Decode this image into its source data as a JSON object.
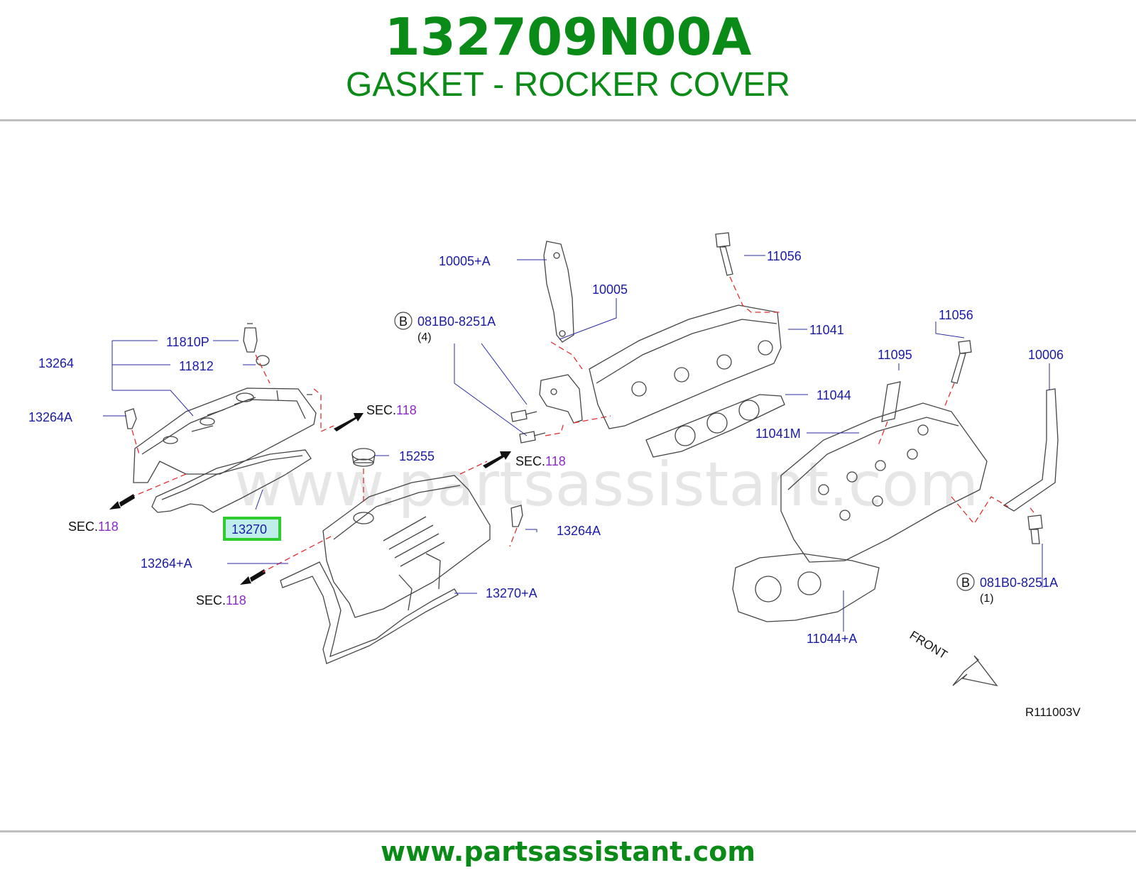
{
  "header": {
    "part_number": "132709N00A",
    "part_name": "GASKET - ROCKER COVER"
  },
  "watermark": "www.partsassistant.com",
  "footer": {
    "url": "www.partsassistant.com"
  },
  "diagram_ref": "R111003V",
  "front_label": "FRONT",
  "sec_prefix": "SEC.",
  "sec_number": "118",
  "labels": {
    "p10005a": "10005+A",
    "p11056a": "11056",
    "p10005": "10005",
    "b_marker": "B",
    "p081b0_1": "081B0-8251A",
    "qty4": "(4)",
    "p11041": "11041",
    "p11056b": "11056",
    "p11095": "11095",
    "p10006": "10006",
    "p11810p": "11810P",
    "p13264": "13264",
    "p11812": "11812",
    "p13264a_1": "13264A",
    "p11044": "11044",
    "p11041m": "11041M",
    "p15255": "15255",
    "p13270": "13270",
    "p13264a_2": "13264A",
    "p13264pa": "13264+A",
    "p13270pa": "13270+A",
    "p081b0_2": "081B0-8251A",
    "qty1": "(1)",
    "p11044pa": "11044+A"
  },
  "colors": {
    "brand_green": "#0a8a16",
    "label_blue": "#1a1aa8",
    "sec_purple": "#8a2bc8",
    "highlight": "#2ecc2e"
  }
}
